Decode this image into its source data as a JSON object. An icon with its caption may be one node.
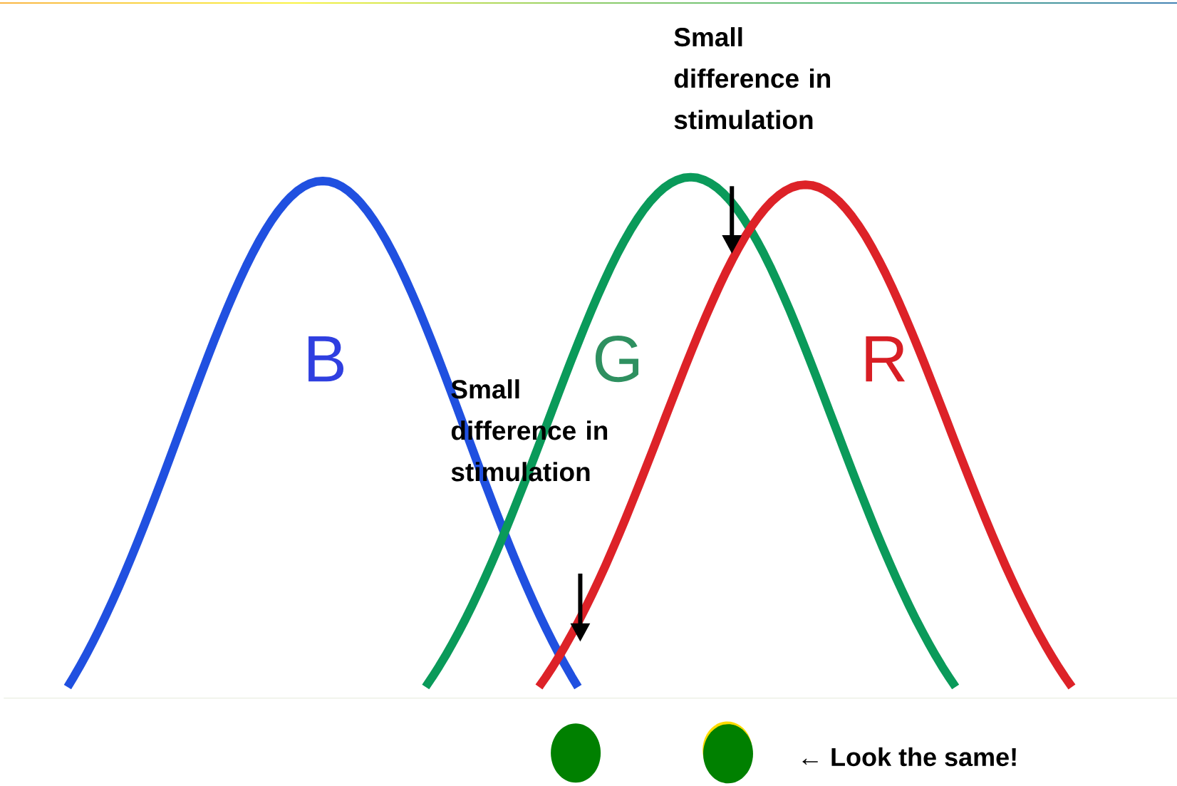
{
  "diagram": {
    "nodes": [
      {
        "text": [],
        "shape": "circle"
      },
      {
        "text": [],
        "shape": "circle"
      }
    ],
    "labels": [
      "Small difference in stimulation",
      "B",
      "G",
      "R",
      "Small difference in stimulation",
      "← Look the same!"
    ]
  }
}
